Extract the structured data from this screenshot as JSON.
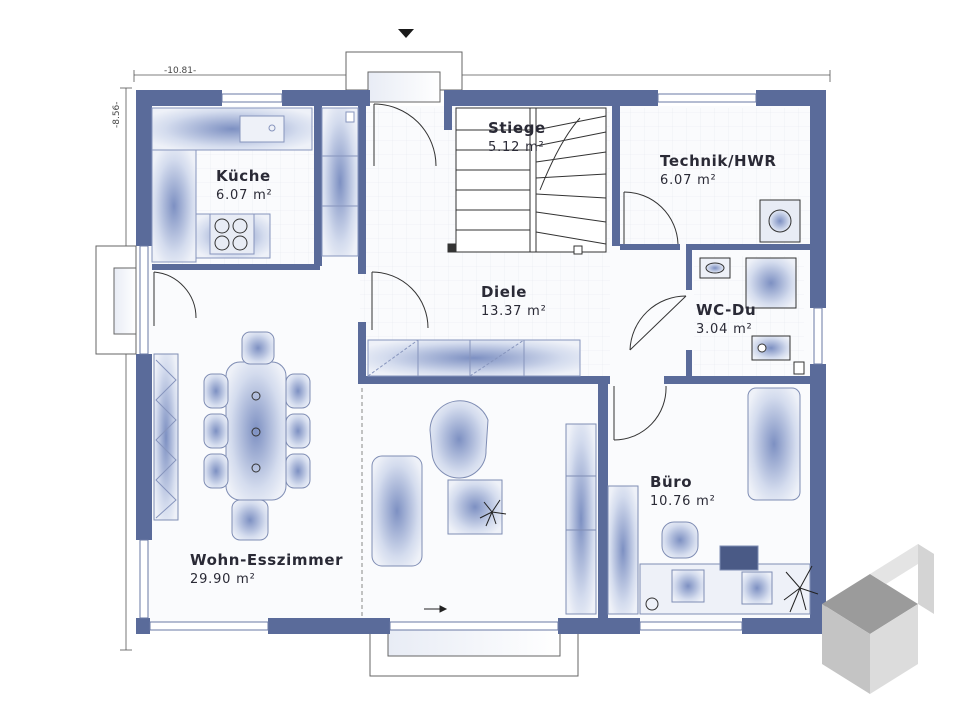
{
  "dimensions": {
    "width_label": "-10.81-",
    "height_label": "-8.56-"
  },
  "rooms": {
    "kueche": {
      "name": "Küche",
      "area": "6.07 m²"
    },
    "stiege": {
      "name": "Stiege",
      "area": "5.12 m²"
    },
    "technik": {
      "name": "Technik/HWR",
      "area": "6.07 m²"
    },
    "diele": {
      "name": "Diele",
      "area": "13.37 m²"
    },
    "wc": {
      "name": "WC-Du",
      "area": "3.04 m²"
    },
    "buero": {
      "name": "Büro",
      "area": "10.76 m²"
    },
    "wohnen": {
      "name": "Wohn-Esszimmer",
      "area": "29.90 m²"
    }
  },
  "icons": {
    "north": "entrance-marker-icon",
    "logo": "cube-logo-icon"
  },
  "colors": {
    "wall": "#5a6b9a",
    "wall_dark": "#4a5a86",
    "furniture": "#8ea0cc",
    "floor": "#f7f8fb"
  }
}
